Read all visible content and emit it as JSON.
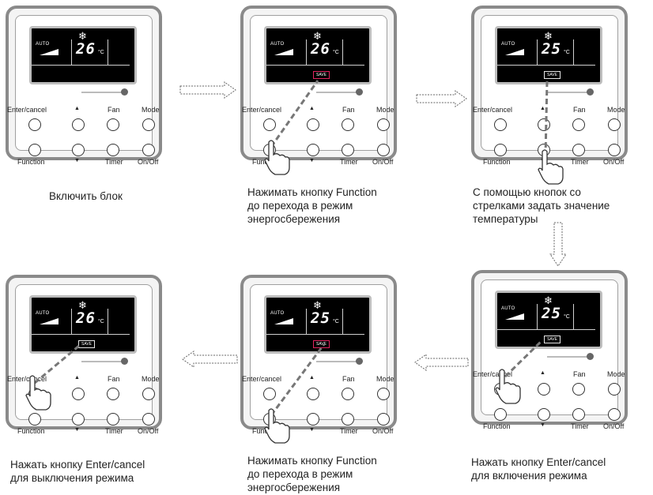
{
  "panels": [
    {
      "temp": "26",
      "unit": "°C",
      "auto": "AUTO",
      "save": "",
      "save_hl": false,
      "caption": [
        "Включить блок"
      ]
    },
    {
      "temp": "26",
      "unit": "°C",
      "auto": "AUTO",
      "save": "SAVE",
      "save_hl": true,
      "caption": [
        "Нажимать кнопку Function",
        "до перехода в режим",
        "энергосбережения"
      ]
    },
    {
      "temp": "25",
      "unit": "°C",
      "auto": "AUTO",
      "save": "SAVE",
      "save_hl": false,
      "caption": [
        "С помощью кнопок со",
        "стрелками задать значение",
        "температуры"
      ]
    },
    {
      "temp": "25",
      "unit": "°C",
      "auto": "AUTO",
      "save": "SAVE",
      "save_hl": false,
      "caption": [
        "Нажать кнопку Enter/cancel",
        "для включения режима"
      ]
    },
    {
      "temp": "25",
      "unit": "°C",
      "auto": "AUTO",
      "save": "SAVE",
      "save_hl": true,
      "caption": [
        "Нажимать кнопку Function",
        "до перехода в режим",
        "энергосбережения"
      ]
    },
    {
      "temp": "26",
      "unit": "°C",
      "auto": "AUTO",
      "save": "SAVE",
      "save_hl": false,
      "caption": [
        "Нажать кнопку Enter/cancel",
        "для выключения режима"
      ]
    }
  ],
  "buttons": {
    "enter": "Enter/cancel",
    "up": "▲",
    "fan": "Fan",
    "mode": "Mode",
    "function": "Function",
    "down": "▼",
    "timer": "Timer",
    "onoff": "On/Off"
  },
  "icons": {
    "snowflake": "❄",
    "step_arrow": "dotted-arrow-icon",
    "hand": "hand-pointer-icon"
  },
  "colors": {
    "panel_border": "#8a8a8a",
    "lcd": "#000000",
    "highlight": "#e0245e",
    "press_line": "#777777"
  }
}
